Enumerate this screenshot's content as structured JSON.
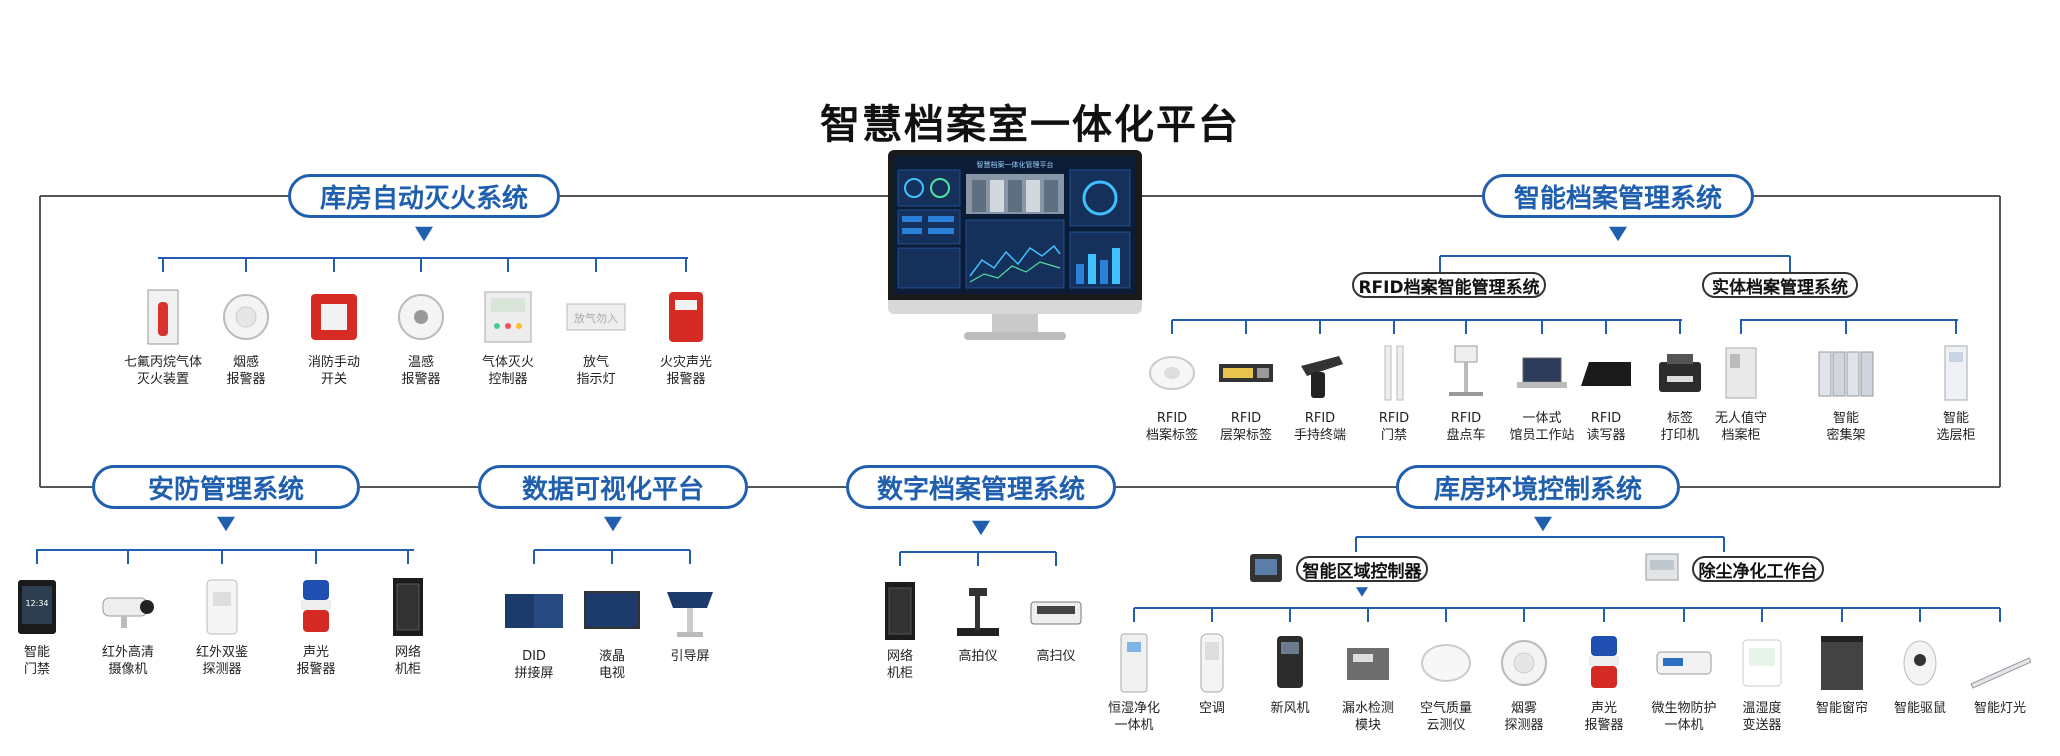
{
  "title": "智慧档案室一体化平台",
  "monitor_screen_title": "智慧档案一体化管理平台",
  "colors": {
    "primary": "#1f5fae",
    "line": "#555555"
  },
  "systems": {
    "fire": {
      "label": "库房自动灭火系统",
      "items": [
        {
          "label": "七氟丙烷气体\n灭火装置",
          "icon": "gas-cabinet-icon"
        },
        {
          "label": "烟感\n报警器",
          "icon": "smoke-detector-icon"
        },
        {
          "label": "消防手动\n开关",
          "icon": "manual-alarm-icon"
        },
        {
          "label": "温感\n报警器",
          "icon": "heat-detector-icon"
        },
        {
          "label": "气体灭火\n控制器",
          "icon": "controller-panel-icon"
        },
        {
          "label": "放气\n指示灯",
          "icon": "indicator-sign-icon",
          "sign_text": "放气勿入"
        },
        {
          "label": "火灾声光\n报警器",
          "icon": "fire-alarm-icon"
        }
      ]
    },
    "archive": {
      "label": "智能档案管理系统",
      "rfid": {
        "label": "RFID档案智能管理系统",
        "items": [
          {
            "label": "RFID\n档案标签",
            "icon": "rfid-tag-roll-icon"
          },
          {
            "label": "RFID\n层架标签",
            "icon": "shelf-label-icon"
          },
          {
            "label": "RFID\n手持终端",
            "icon": "handheld-terminal-icon"
          },
          {
            "label": "RFID\n门禁",
            "icon": "gate-icon"
          },
          {
            "label": "RFID\n盘点车",
            "icon": "cart-icon"
          },
          {
            "label": "一体式\n馆员工作站",
            "icon": "laptop-icon"
          },
          {
            "label": "RFID\n读写器",
            "icon": "reader-icon"
          },
          {
            "label": "标签\n打印机",
            "icon": "printer-icon"
          }
        ]
      },
      "physical": {
        "label": "实体档案管理系统",
        "items": [
          {
            "label": "无人值守\n档案柜",
            "icon": "cabinet-icon"
          },
          {
            "label": "智能\n密集架",
            "icon": "dense-shelf-icon"
          },
          {
            "label": "智能\n选层柜",
            "icon": "layer-cabinet-icon"
          }
        ]
      }
    },
    "security": {
      "label": "安防管理系统",
      "items": [
        {
          "label": "智能\n门禁",
          "icon": "face-terminal-icon",
          "screen_text": "12:34"
        },
        {
          "label": "红外高清\n摄像机",
          "icon": "camera-icon"
        },
        {
          "label": "红外双鉴\n探测器",
          "icon": "pir-detector-icon"
        },
        {
          "label": "声光\n报警器",
          "icon": "strobe-alarm-icon"
        },
        {
          "label": "网络\n机柜",
          "icon": "rack-icon"
        }
      ]
    },
    "visual": {
      "label": "数据可视化平台",
      "items": [
        {
          "label": "DID\n拼接屏",
          "icon": "video-wall-icon"
        },
        {
          "label": "液晶\n电视",
          "icon": "tv-icon"
        },
        {
          "label": "引导屏",
          "icon": "kiosk-icon"
        }
      ]
    },
    "digital": {
      "label": "数字档案管理系统",
      "items": [
        {
          "label": "网络\n机柜",
          "icon": "rack-icon"
        },
        {
          "label": "高拍仪",
          "icon": "document-camera-icon"
        },
        {
          "label": "高扫仪",
          "icon": "scanner-icon"
        }
      ]
    },
    "env": {
      "label": "库房环境控制系统",
      "zone_label": "智能区域控制器",
      "purify_label": "除尘净化工作台",
      "items": [
        {
          "label": "恒湿净化\n一体机",
          "icon": "humidifier-icon"
        },
        {
          "label": "空调",
          "icon": "air-conditioner-icon"
        },
        {
          "label": "新风机",
          "icon": "fresh-air-icon"
        },
        {
          "label": "漏水检测\n模块",
          "icon": "leak-module-icon"
        },
        {
          "label": "空气质量\n云测仪",
          "icon": "air-quality-icon"
        },
        {
          "label": "烟雾\n探测器",
          "icon": "smoke-detector-icon"
        },
        {
          "label": "声光\n报警器",
          "icon": "strobe-alarm-icon"
        },
        {
          "label": "微生物防护\n一体机",
          "icon": "microbe-unit-icon"
        },
        {
          "label": "温湿度\n变送器",
          "icon": "thermo-hygro-icon"
        },
        {
          "label": "智能窗帘",
          "icon": "curtain-icon"
        },
        {
          "label": "智能驱鼠",
          "icon": "rodent-repeller-icon"
        },
        {
          "label": "智能灯光",
          "icon": "light-bar-icon"
        }
      ]
    }
  }
}
